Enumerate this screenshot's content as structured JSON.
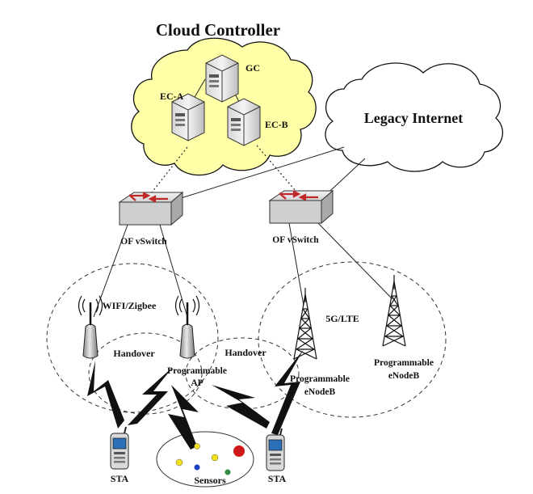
{
  "title": "Cloud Controller",
  "controllers": {
    "gc": "GC",
    "ec_a": "EC-A",
    "ec_b": "EC-B"
  },
  "legacy_internet": "Legacy Internet",
  "switches": {
    "left": "OF vSwitch",
    "right": "OF vSwitch"
  },
  "wireless": {
    "wifi_label": "WIFI/Zigbee",
    "lte_label": "5G/LTE",
    "handover_left": "Handover",
    "handover_right": "Handover",
    "ap_label_line1": "Programmable",
    "ap_label_line2": "AP",
    "enb_left_line1": "Programmable",
    "enb_left_line2": "eNodeB",
    "enb_right_line1": "Programmable",
    "enb_right_line2": "eNodeB"
  },
  "devices": {
    "sta_left": "STA",
    "sta_right": "STA",
    "sensors": "Sensors"
  },
  "colors": {
    "cloud_fill": "#ffffa8",
    "switch_fill": "#e8e8e8",
    "arrow_red": "#c0282a",
    "sensor_red": "#d01818",
    "sensor_yellow": "#f2e21a",
    "sensor_blue": "#1c3fbf",
    "sensor_green": "#2e8b3e"
  }
}
